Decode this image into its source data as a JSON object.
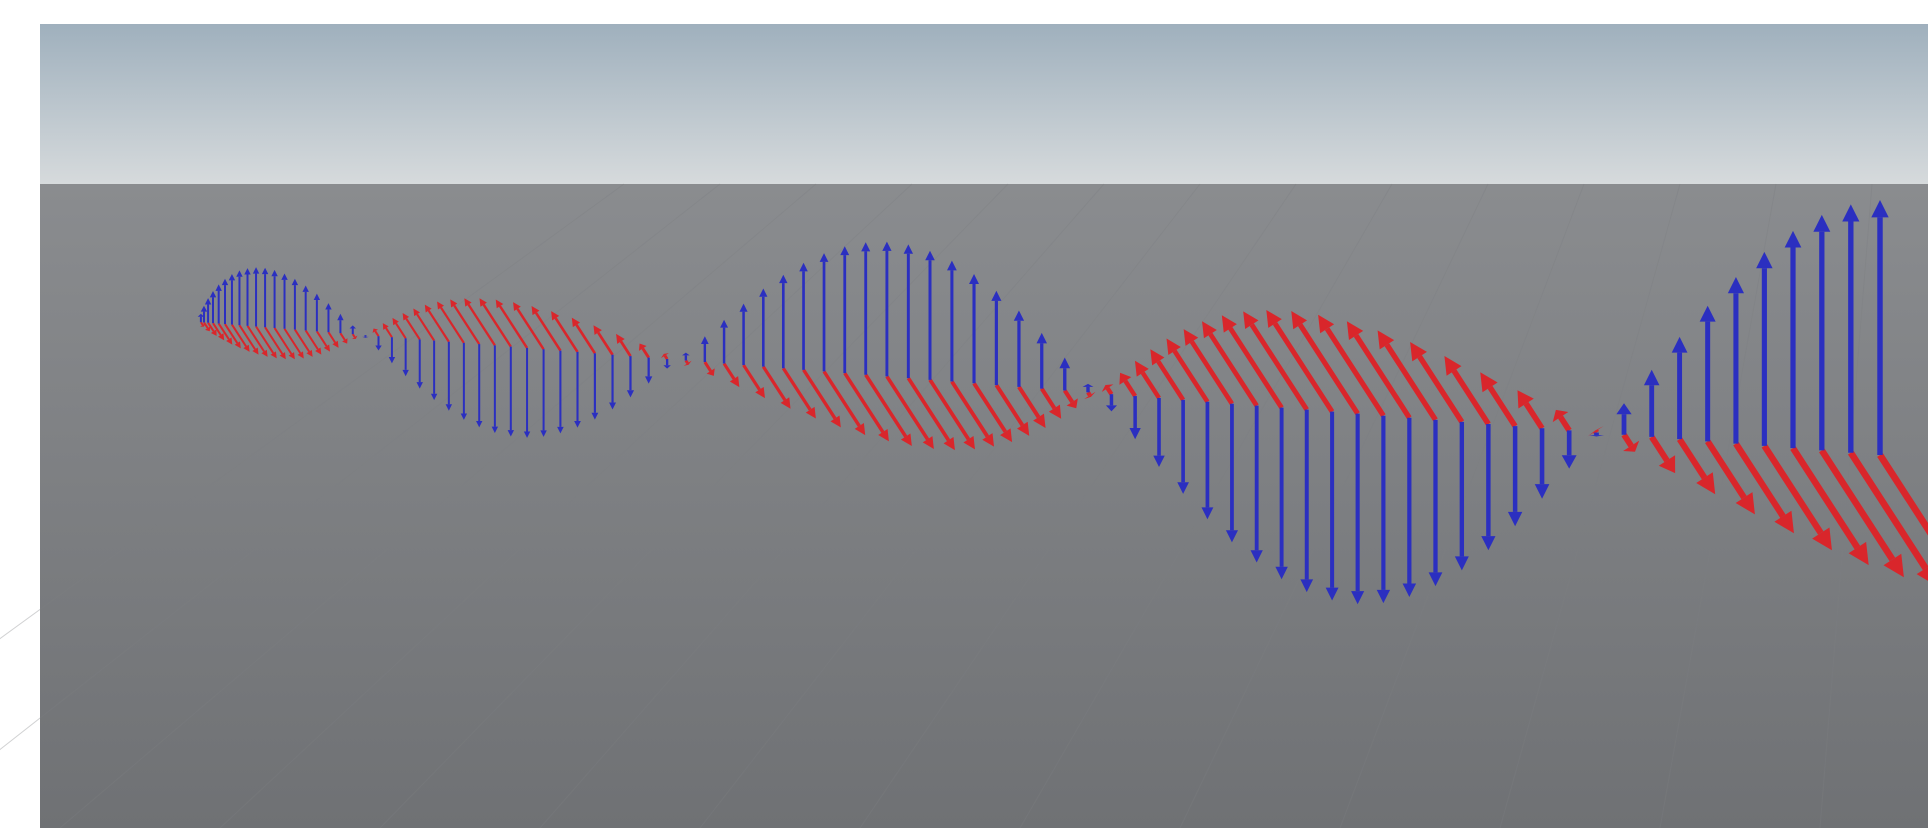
{
  "scene": {
    "sky_color_top": "#9fb0bd",
    "sky_color_bottom": "#d6dadc",
    "ground_color_far": "#8a8c8f",
    "ground_color_near": "#6f7174",
    "background_color": "#ffffff",
    "electric_field_color": "#2b2fc0",
    "magnetic_field_color": "#d9262b",
    "electric_field_arrow_count": 90,
    "magnetic_field_arrow_count": 90,
    "wave_cycles": 2.25
  }
}
